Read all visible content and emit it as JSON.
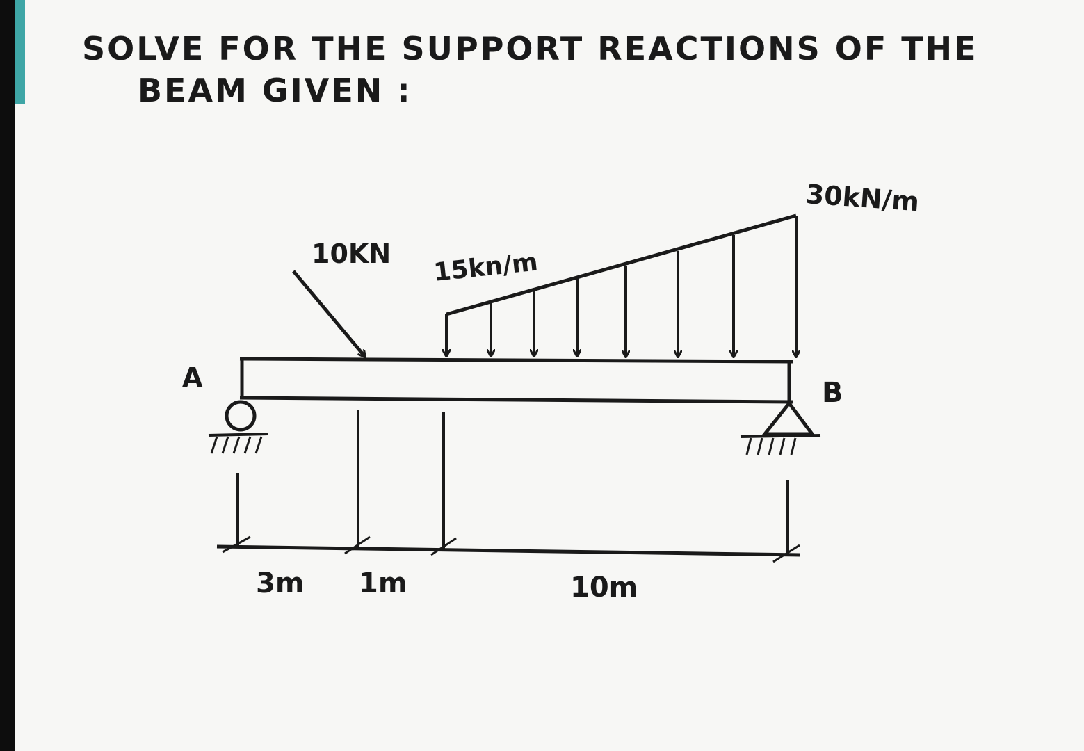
{
  "problem": {
    "title_line1": "SOLVE FOR THE SUPPORT REACTIONS OF THE",
    "title_line2": "BEAM GIVEN :"
  },
  "supports": {
    "left_label": "A",
    "right_label": "B"
  },
  "loads": {
    "point_load_label": "10KN",
    "udl_start_label": "15kn/m",
    "udl_end_label": "30kN/m"
  },
  "dimensions": {
    "seg1": "3m",
    "seg2": "1m",
    "seg3": "10m"
  },
  "colors": {
    "ink": "#1a1a1a",
    "paper": "#f7f7f5"
  }
}
